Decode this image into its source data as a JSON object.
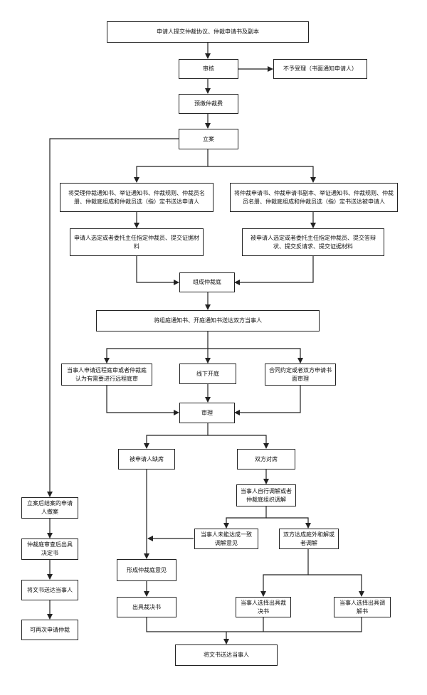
{
  "nodes": {
    "submit": "申请人提交仲裁协议、仲裁申请书及副本",
    "review": "审核",
    "reject": "不予受理（书面通知申请人）",
    "prepay": "预缴仲裁费",
    "file": "立案",
    "notify_applicant": "将受理仲裁通知书、举证通知书、仲裁规则、仲裁员名册、仲裁庭组成和仲裁员选（指）定书送达申请人",
    "notify_respondent": "将仲裁申请书、仲裁申请书副本、举证通知书、仲裁规则、仲裁员名册、仲裁庭组成和仲裁员选（指）定书送达被申请人",
    "applicant_select": "申请人选定或者委托主任指定仲裁员、提交证据材料",
    "respondent_select": "被申请人选定或者委托主任指定仲裁员、提交答辩状、提交反请求、提交证据材料",
    "form_tribunal": "组成仲裁庭",
    "hearing_notice": "将组庭通知书、开庭通知书送达双方当事人",
    "remote": "当事人申请远程庭审或者仲裁庭认为有需要进行远程庭审",
    "offline": "线下开庭",
    "written": "合同约定或者双方申请书面审理",
    "trial": "审理",
    "absent": "被申请人缺席",
    "both_present": "双方对席",
    "self_mediate": "当事人自行调解或者仲裁庭组织调解",
    "no_agreement": "当事人未能达成一致调解意见",
    "agreement": "双方达成庭外和解或者调解",
    "withdraw": "立案后结案的申请人撤案",
    "decision": "仲裁庭审查后出具决定书",
    "deliver_left": "将文书送达当事人",
    "reapply": "可再次申请仲裁",
    "opinion": "形成仲裁庭意见",
    "award": "出具裁决书",
    "choose_award": "当事人选择出具裁决书",
    "choose_mediation": "当事人选择出具调解书",
    "deliver_final": "将文书送达当事人"
  }
}
